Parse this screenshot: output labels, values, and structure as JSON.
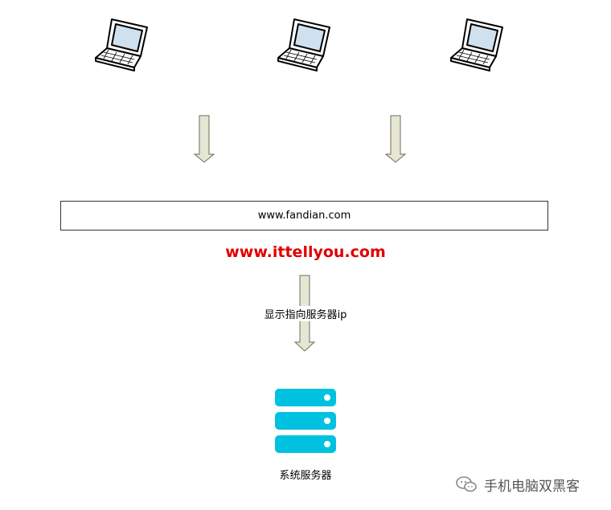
{
  "clients": [
    {
      "icon": "laptop-icon"
    },
    {
      "icon": "laptop-icon"
    },
    {
      "icon": "laptop-icon"
    }
  ],
  "domain_box": {
    "text": "www.fandian.com"
  },
  "watermark_url": "www.ittellyou.com",
  "arrow_label": "显示指向服务器ip",
  "server": {
    "icon": "server-icon",
    "label": "系统服务器",
    "color": "#00c2e0"
  },
  "footer": {
    "icon": "wechat-icon",
    "text": "手机电脑双黑客"
  },
  "colors": {
    "arrow_fill": "#e6e6d4",
    "arrow_stroke": "#6e6e5a",
    "watermark": "#e00000"
  }
}
